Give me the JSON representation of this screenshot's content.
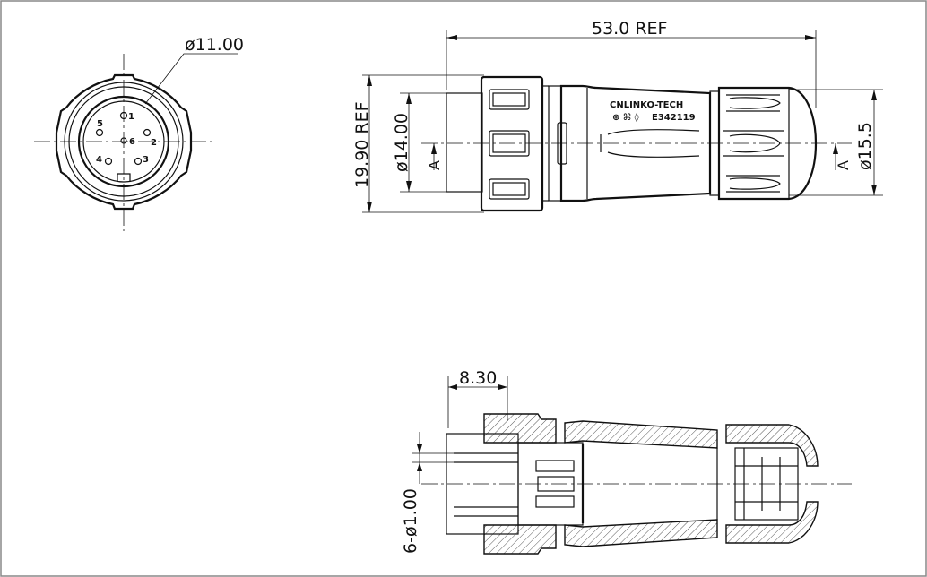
{
  "front_view": {
    "diameter_label": "ø11.00",
    "pins": [
      "1",
      "2",
      "3",
      "4",
      "5",
      "6"
    ]
  },
  "side_view": {
    "length_label": "53.0 REF",
    "height_label": "19.90 REF",
    "body_dia_label": "ø14.00",
    "nut_dia_label": "ø15.5",
    "section_mark": "A",
    "brand_text": "CNLINKO-TECH",
    "part_number": "E342119"
  },
  "section_view": {
    "depth_label": "8.30",
    "pin_dia_label": "6-ø1.00"
  }
}
